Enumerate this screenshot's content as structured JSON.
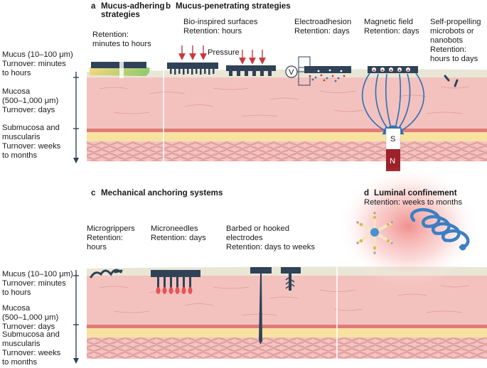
{
  "panels": {
    "a": {
      "letter": "a",
      "title_line1": "Mucus-adhering",
      "title_line2": "strategies",
      "items": [
        {
          "lines": [
            "Retention:",
            "minutes to hours"
          ]
        }
      ]
    },
    "b": {
      "letter": "b",
      "title": "Mucus-penetrating strategies",
      "pressure_label": "Pressure",
      "voltage_symbol": "V",
      "magnet_south": "S",
      "magnet_north": "N",
      "items": [
        {
          "lines": [
            "Bio-inspired surfaces",
            "Retention: hours"
          ]
        },
        {
          "lines": [
            "Electroadhesion",
            "Retention: days"
          ]
        },
        {
          "lines": [
            "Magnetic field",
            "Retention: days"
          ]
        },
        {
          "lines": [
            "Self-propelling",
            "microbots or",
            "nanobots",
            "Retention:",
            "hours to days"
          ]
        }
      ]
    },
    "c": {
      "letter": "c",
      "title": "Mechanical anchoring systems",
      "items": [
        {
          "lines": [
            "Microgrippers",
            "Retention:",
            "hours"
          ]
        },
        {
          "lines": [
            "Microneedles",
            "Retention: days"
          ]
        },
        {
          "lines": [
            "Barbed or hooked",
            "electrodes",
            "Retention: days to weeks"
          ]
        }
      ]
    },
    "d": {
      "letter": "d",
      "title": "Luminal confinement",
      "items": [
        {
          "lines": [
            "Retention: weeks to months"
          ]
        }
      ]
    }
  },
  "layers": {
    "top": [
      {
        "lines": [
          "Mucus (10–100 μm)",
          "Turnover: minutes",
          "to hours"
        ]
      },
      {
        "lines": [
          "Mucosa",
          "(500–1,000 μm)",
          "Turnover: days"
        ]
      },
      {
        "lines": [
          "Submucosa and",
          "muscularis",
          "Turnover: weeks",
          "to months"
        ]
      }
    ],
    "bottom": [
      {
        "lines": [
          "Mucus (10–100 μm)",
          "Turnover: minutes",
          "to hours"
        ]
      },
      {
        "lines": [
          "Mucosa",
          "(500–1,000 μm)",
          "Turnover: days"
        ]
      },
      {
        "lines": [
          "Submucosa and",
          "muscularis",
          "Turnover: weeks",
          "to months"
        ]
      }
    ]
  },
  "colors": {
    "mucus": "#e9e6d6",
    "mucosa": "#f3c2bf",
    "muscle_band": "#e07b78",
    "yellow_band": "#f8e2a2",
    "submucosa": "#f4c4c2",
    "device": "#2f4257",
    "arrow_blue": "#2b6fb5",
    "magnet_north": "#9c2128",
    "needle_tip": "#e65454",
    "glow": "#f08a86",
    "coil": "#4a8fd0"
  }
}
